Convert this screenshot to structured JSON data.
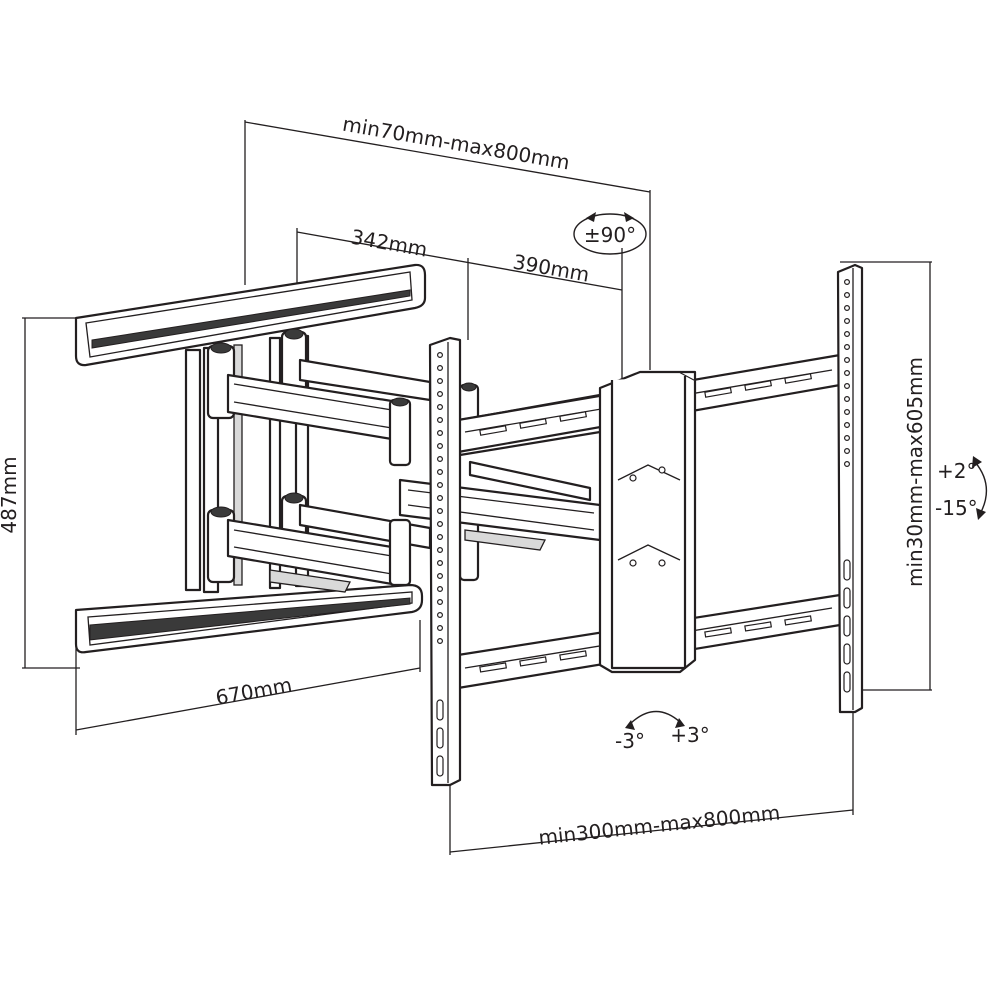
{
  "dimensions": {
    "depth_range": "min70mm-max800mm",
    "arm_inner": "342mm",
    "arm_outer": "390mm",
    "wall_plate_height": "487mm",
    "wall_plate_width": "670mm",
    "vesa_vertical": "min30mm-max605mm",
    "vesa_horizontal": "min300mm-max800mm"
  },
  "rotation": {
    "swivel": "±90°",
    "tilt_up": "+2°",
    "tilt_down": "-15°",
    "level_minus": "-3°",
    "level_plus": "+3°"
  }
}
